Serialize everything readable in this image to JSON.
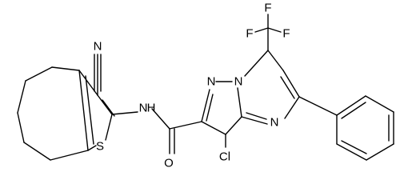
{
  "labels": {
    "cyano_n": "N",
    "thiophene_s": "S",
    "amide_nh": "N",
    "amide_h": "H",
    "amide_o": "O",
    "pyrazole_n": "N",
    "bridge_n": "N",
    "pyrimidine_n": "N",
    "chloro_cl": "Cl",
    "cf3_f_top": "F",
    "cf3_f_left": "F",
    "cf3_f_right": "F"
  }
}
